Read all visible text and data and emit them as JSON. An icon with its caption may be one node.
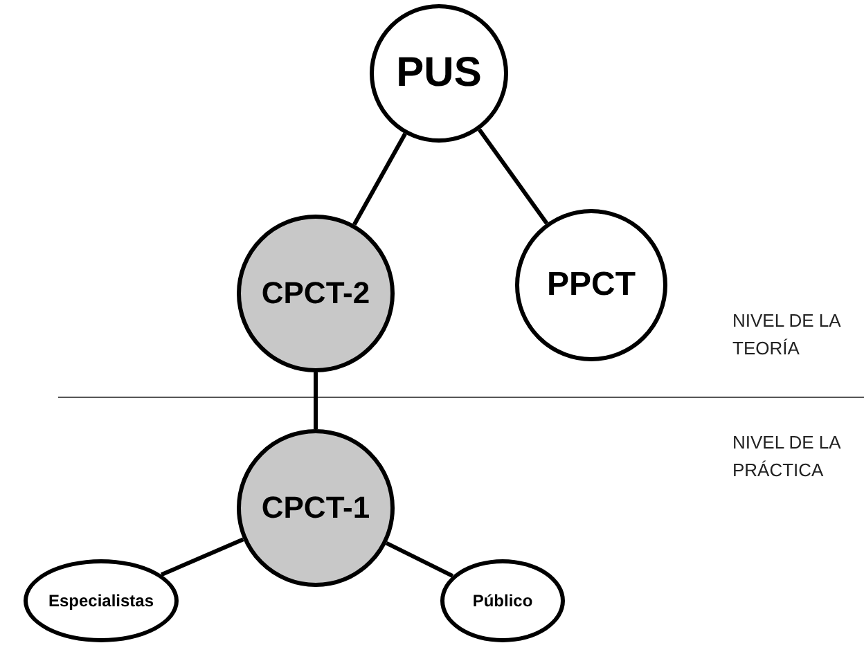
{
  "diagram": {
    "nodes": [
      {
        "text": [
          "PUS"
        ]
      },
      {
        "text": [
          "CPCT-2"
        ]
      },
      {
        "text": [
          "PPCT"
        ]
      },
      {
        "text": [
          "CPCT-1"
        ]
      },
      {
        "text": [
          "Especialistas"
        ]
      },
      {
        "text": [
          "Público"
        ]
      }
    ],
    "edges": [
      {
        "from": 0,
        "to": 1,
        "arrow": "none"
      },
      {
        "from": 0,
        "to": 2,
        "arrow": "none"
      },
      {
        "from": 1,
        "to": 3,
        "arrow": "none"
      },
      {
        "from": 3,
        "to": 4,
        "arrow": "none"
      },
      {
        "from": 3,
        "to": 5,
        "arrow": "none"
      }
    ],
    "labels": [
      "NIVEL DE LA TEORÍA",
      "NIVEL DE LA PRÁCTICA"
    ]
  }
}
